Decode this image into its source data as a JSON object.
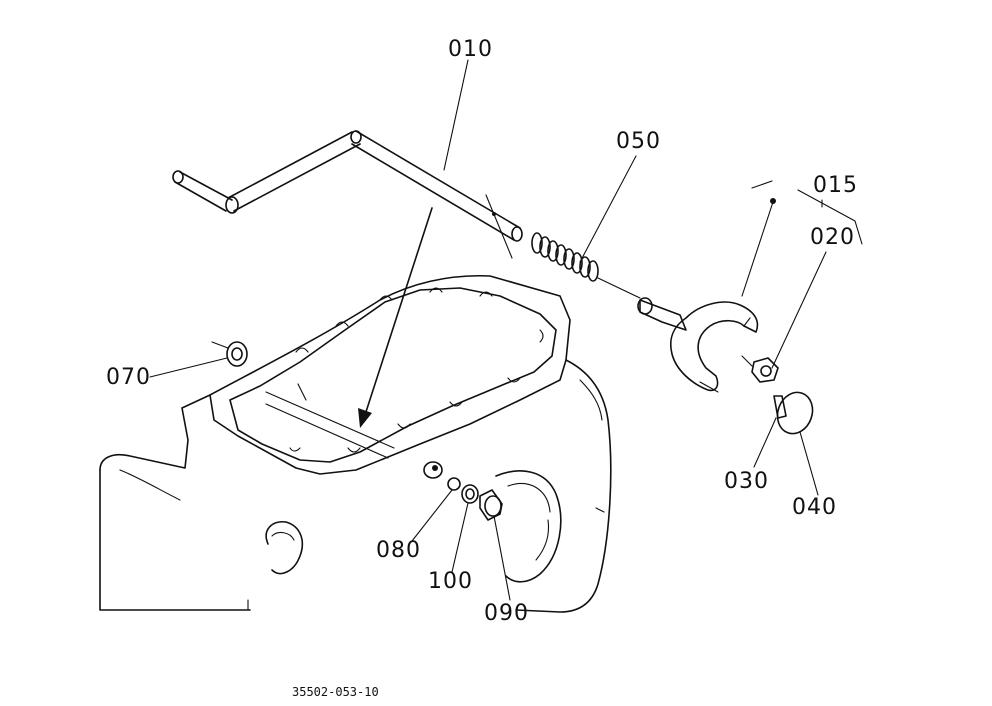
{
  "labels": {
    "shift_rod": "010",
    "fork_set": "015",
    "fork_part": "020",
    "pin": "030",
    "cap": "040",
    "spring": "050",
    "seal_left": "070",
    "ball": "080",
    "plug": "090",
    "washer": "100"
  },
  "reference_code": "35502-053-10"
}
